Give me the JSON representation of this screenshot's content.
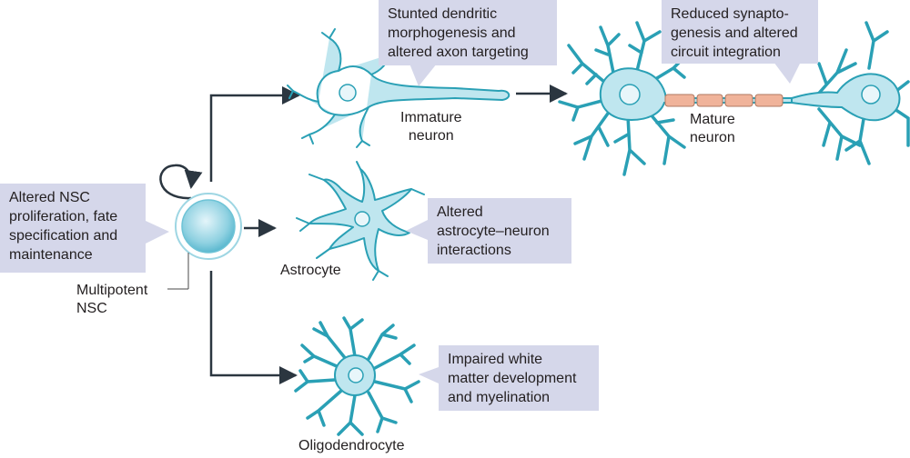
{
  "cells": {
    "nsc": [
      "Multipotent",
      "NSC"
    ],
    "immature": [
      "Immature",
      "neuron"
    ],
    "mature": [
      "Mature",
      "neuron"
    ],
    "astrocyte": [
      "Astrocyte"
    ],
    "oligodendrocyte": [
      "Oligodendrocyte"
    ]
  },
  "callouts": {
    "nsc": [
      "Altered NSC",
      "proliferation, fate",
      "specification and",
      "maintenance"
    ],
    "dendritic": [
      "Stunted dendritic",
      "morphogenesis and",
      "altered axon targeting"
    ],
    "synaptic": [
      "Reduced synapto-",
      "genesis and altered",
      "circuit integration"
    ],
    "astrocyte": [
      "Altered",
      "astrocyte–neuron",
      "interactions"
    ],
    "white_matter": [
      "Impaired white",
      "matter development",
      "and myelination"
    ]
  },
  "colors": {
    "cell_fill": "#bfe6ef",
    "cell_stroke": "#2aa0b5",
    "nucleus": "#e8f6fa",
    "arrow": "#2b3640",
    "callout_bg": "#d5d7ea",
    "myelin": "#f0b39a"
  }
}
